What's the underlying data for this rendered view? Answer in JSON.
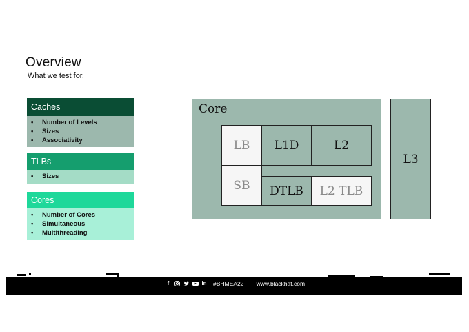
{
  "slide": {
    "title": "Overview",
    "subtitle": "What we test for."
  },
  "cards": {
    "caches": {
      "title": "Caches",
      "items": [
        "Number of Levels",
        "Sizes",
        "Associativity"
      ]
    },
    "tlbs": {
      "title": "TLBs",
      "items": [
        "Sizes"
      ]
    },
    "cores": {
      "title": "Cores",
      "items": [
        "Number of Cores",
        "Simultaneous",
        "Multithreading"
      ]
    }
  },
  "diagram": {
    "core_label": "Core",
    "cells": {
      "lb": "LB",
      "l1d": "L1D",
      "l2": "L2",
      "sb": "SB",
      "dtlb": "DTLB",
      "l2tlb": "L2 TLB"
    },
    "l3": "L3"
  },
  "footer": {
    "hashtag": "#BHMEA22",
    "separator": "|",
    "website": "www.blackhat.com",
    "icons": [
      "facebook-icon",
      "instagram-icon",
      "twitter-icon",
      "youtube-icon",
      "linkedin-icon"
    ]
  },
  "colors": {
    "caches_header": "#0a4d34",
    "tlbs_header": "#159e6e",
    "cores_header": "#1ed89a",
    "diagram_fill": "#9cb8ad"
  }
}
